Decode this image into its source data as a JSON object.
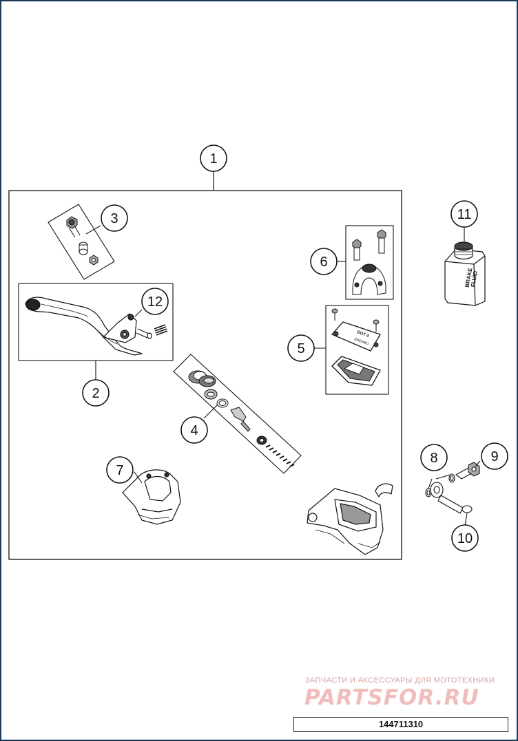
{
  "callouts": {
    "c1": "1",
    "c2": "2",
    "c3": "3",
    "c4": "4",
    "c5": "5",
    "c6": "6",
    "c7": "7",
    "c8": "8",
    "c9": "9",
    "c10": "10",
    "c11": "11",
    "c12": "12"
  },
  "fluid_can": {
    "line1": "BRAKE",
    "line2": "FLUID"
  },
  "reservoir_cap": {
    "line1": "DOT 4",
    "line2": "BREMBO"
  },
  "watermark": {
    "subtitle": "ЗАПЧАСТИ И АКСЕССУАРЫ ДЛЯ МОТОТЕХНИКИ",
    "brand": "PARTSFOR.RU"
  },
  "document_number": "144711310"
}
